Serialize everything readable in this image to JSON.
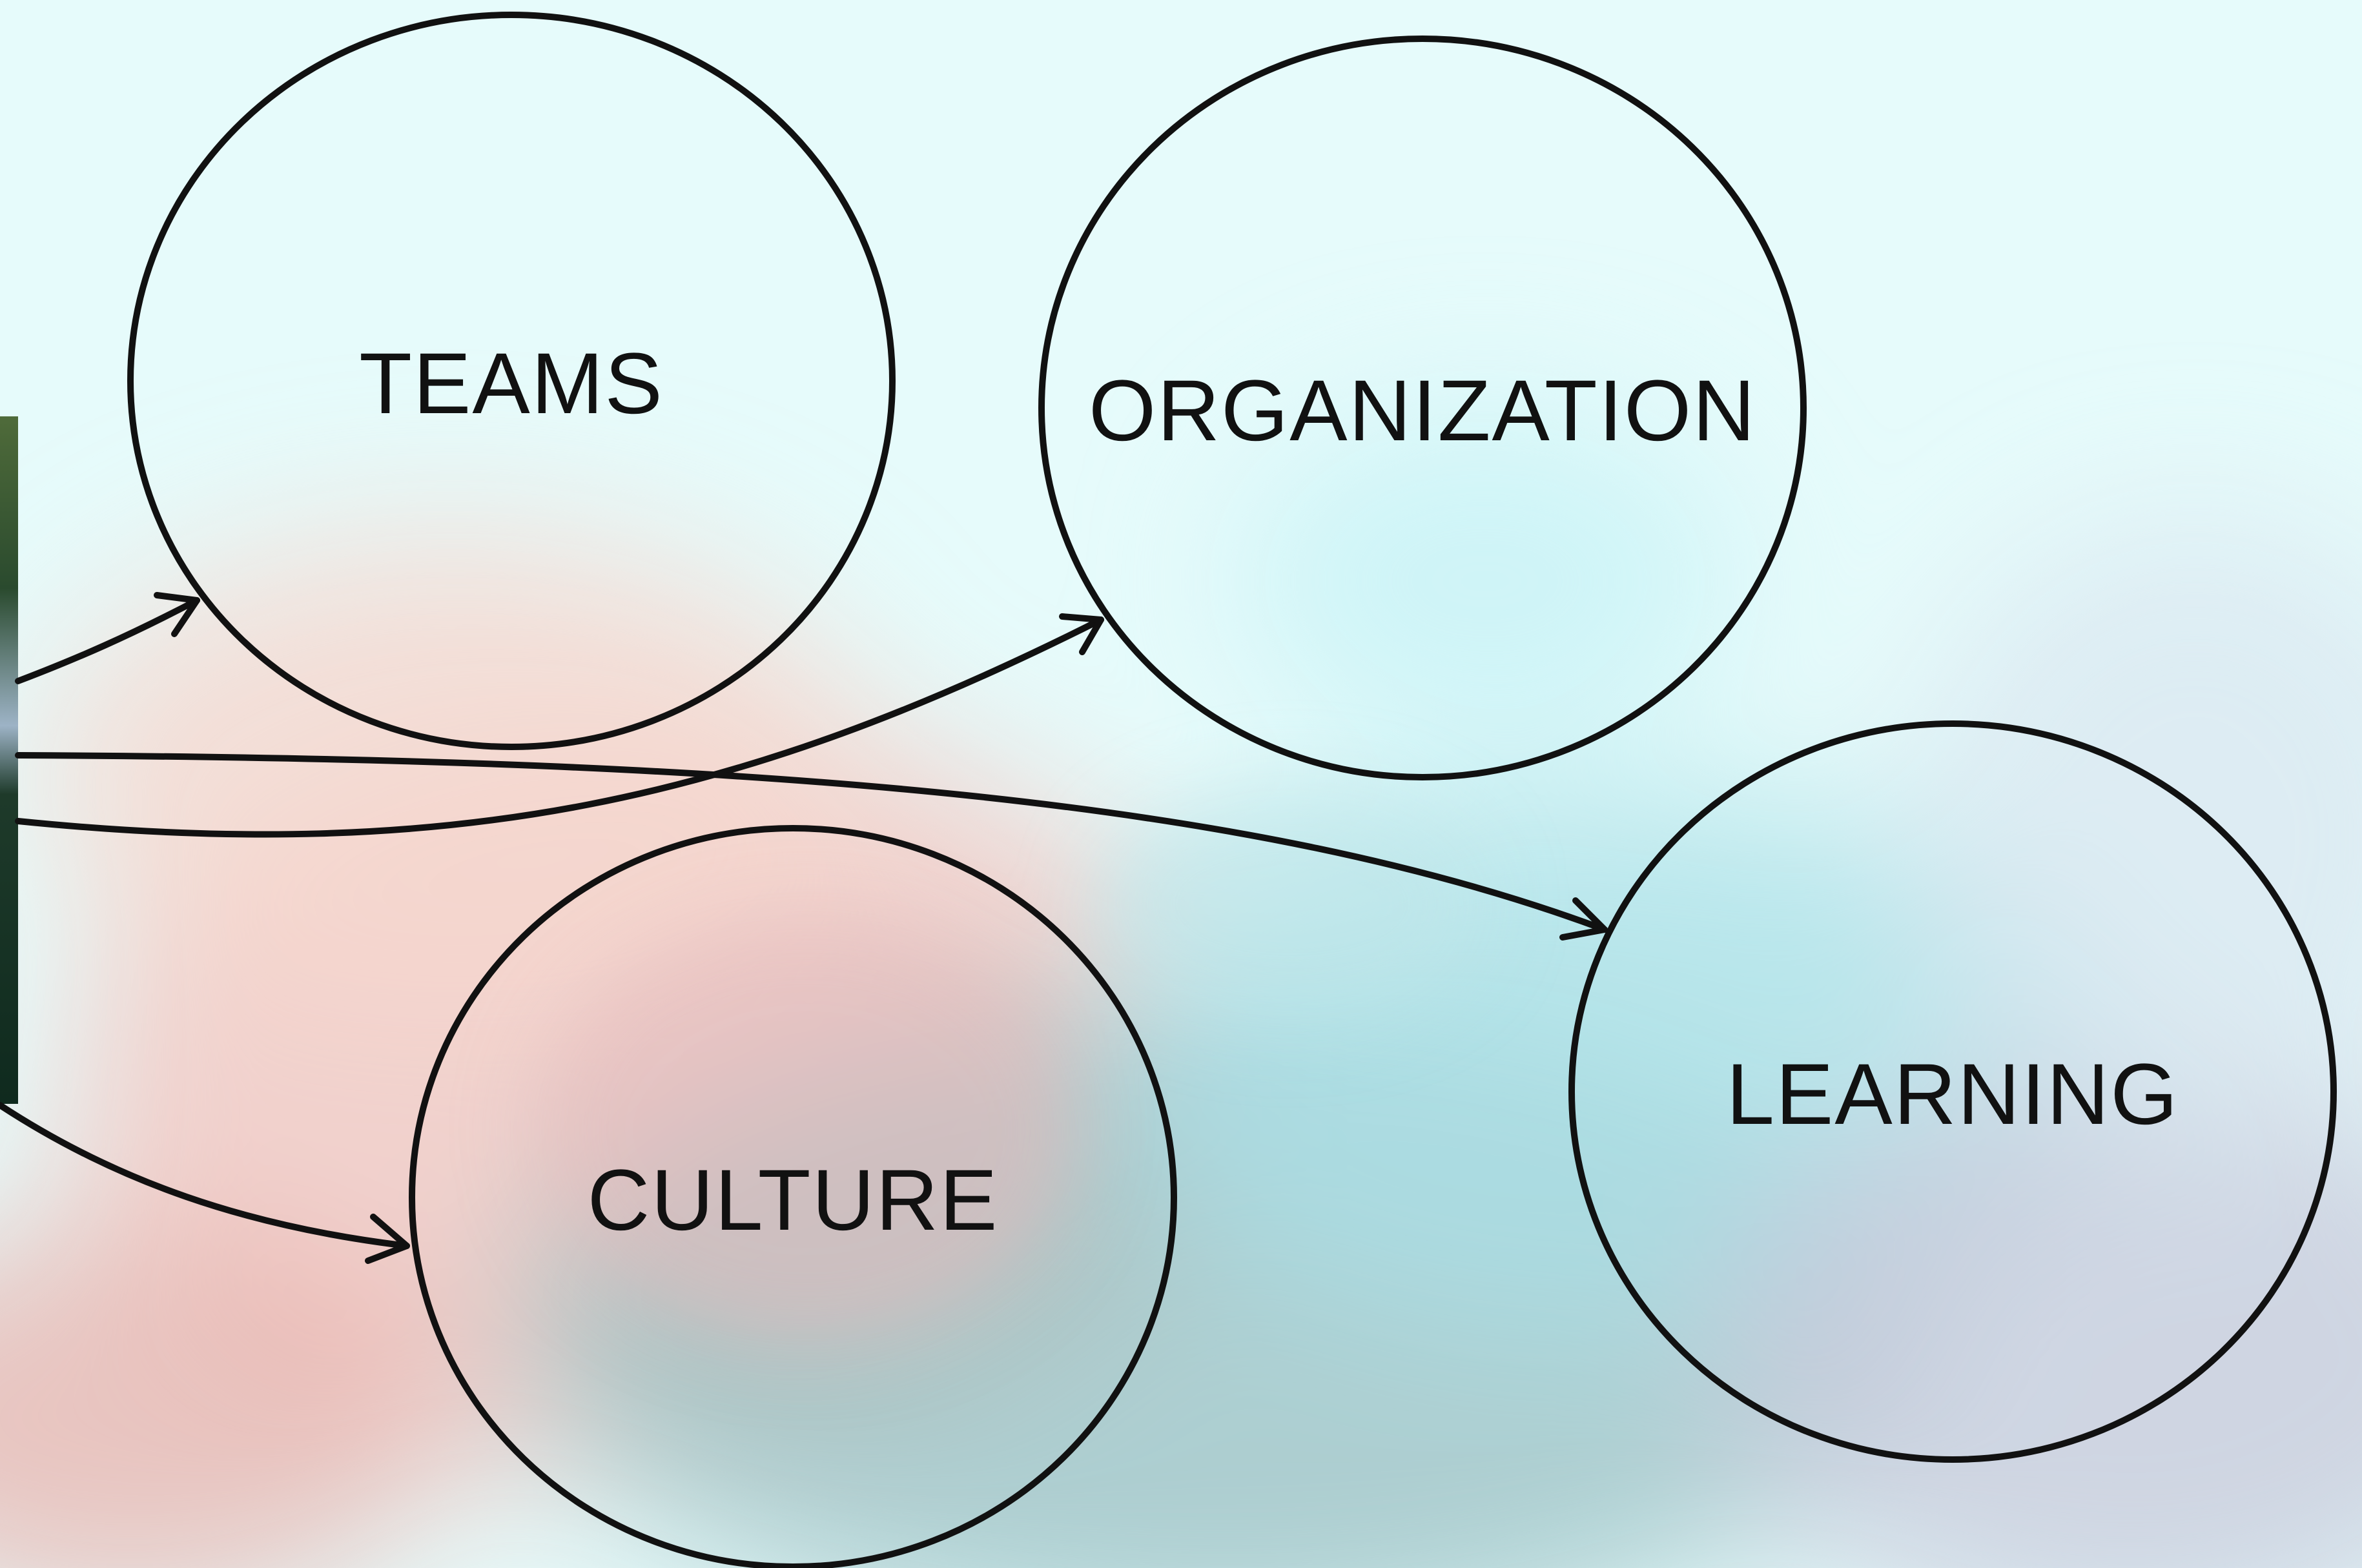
{
  "diagram": {
    "nodes": [
      {
        "id": "teams",
        "label": "TEAMS"
      },
      {
        "id": "organization",
        "label": "ORGANIZATION"
      },
      {
        "id": "culture",
        "label": "CULTURE"
      },
      {
        "id": "learning",
        "label": "LEARNING"
      }
    ],
    "edges": [
      {
        "from": "left-image",
        "to": "teams"
      },
      {
        "from": "left-image",
        "to": "organization"
      },
      {
        "from": "left-image",
        "to": "learning"
      },
      {
        "from": "left-image",
        "to": "culture"
      }
    ]
  },
  "colors": {
    "background": "#e6fbfb",
    "stroke": "#111111",
    "text": "#111111",
    "left_image": "#1f3a2a"
  }
}
